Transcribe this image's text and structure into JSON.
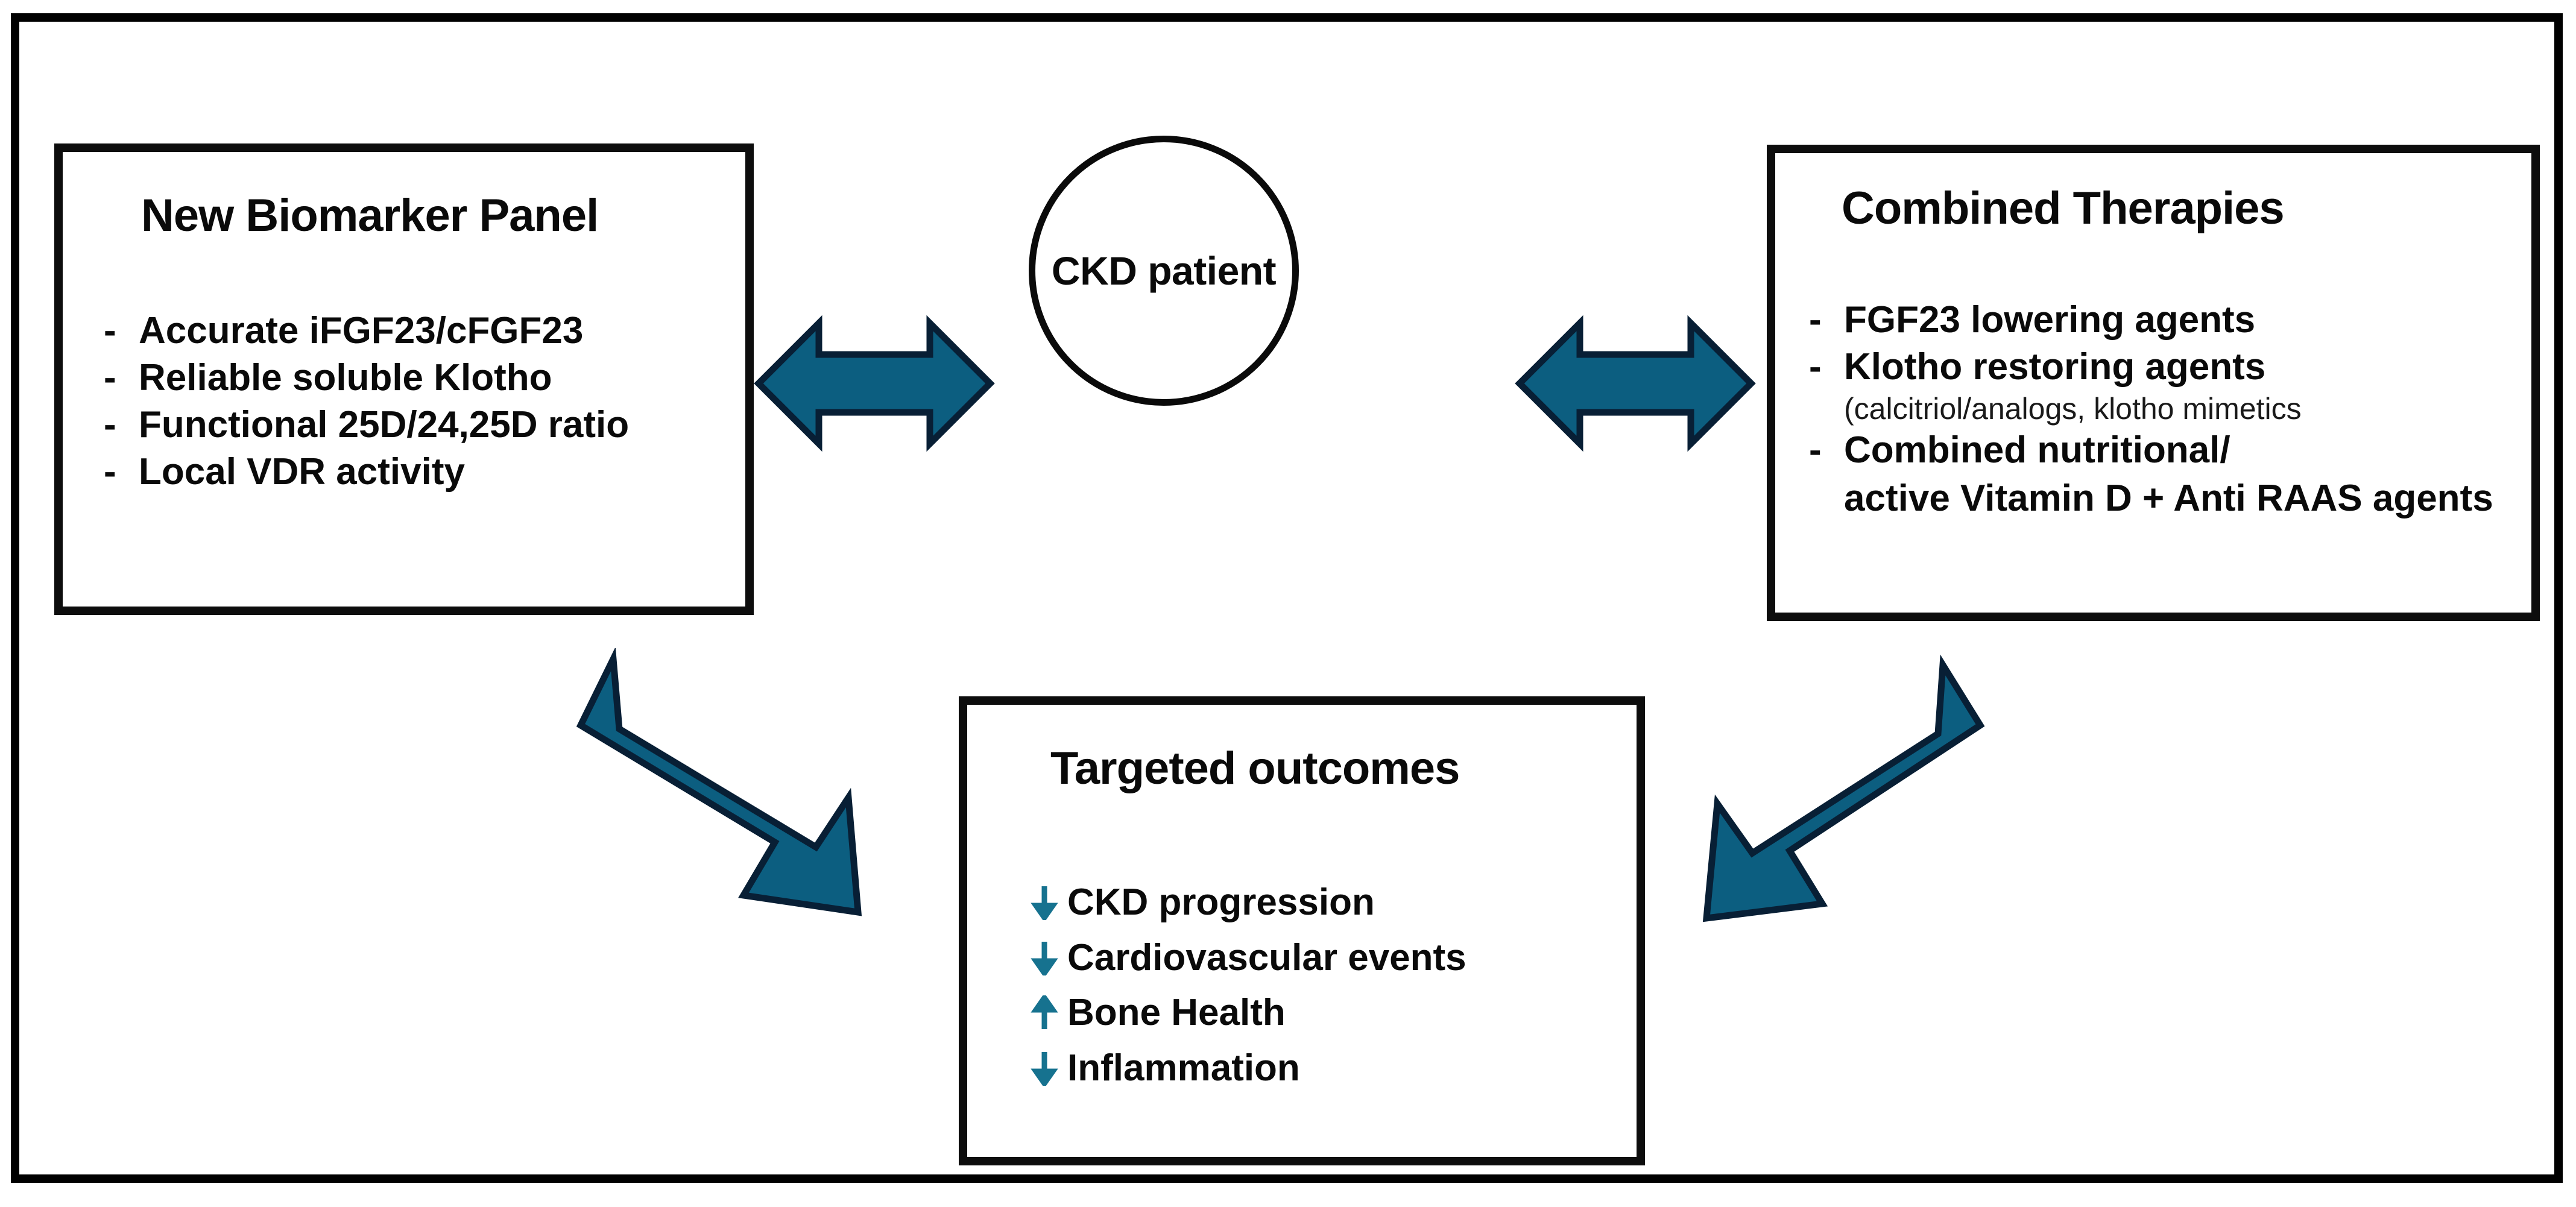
{
  "figure": {
    "colors": {
      "arrow_fill": "#0C5E80",
      "arrow_stroke": "#081F35",
      "outcome_arrow": "#16728F",
      "frame": "#000000",
      "text": "#0A0A0A"
    }
  },
  "center": {
    "label": "CKD patient"
  },
  "left_panel": {
    "title": "New Biomarker Panel",
    "bullets": [
      {
        "dash": "-",
        "text": "Accurate iFGF23/cFGF23"
      },
      {
        "dash": "-",
        "text": "Reliable soluble Klotho"
      },
      {
        "dash": "-",
        "text": "Functional 25D/24,25D ratio"
      },
      {
        "dash": "-",
        "text": "Local VDR activity"
      }
    ]
  },
  "right_panel": {
    "title": "Combined Therapies",
    "bullets": [
      {
        "dash": "-",
        "text": "FGF23 lowering agents"
      },
      {
        "dash": "-",
        "text": "Klotho restoring agents",
        "sub": "(calcitriol/analogs, klotho mimetics"
      },
      {
        "dash": "-",
        "text": "Combined nutritional/",
        "line2": "active Vitamin D + Anti RAAS agents"
      }
    ]
  },
  "bottom_panel": {
    "title": "Targeted outcomes",
    "outcomes": [
      {
        "direction": "down",
        "text": "CKD progression"
      },
      {
        "direction": "down",
        "text": "Cardiovascular events"
      },
      {
        "direction": "up",
        "text": "Bone Health"
      },
      {
        "direction": "down",
        "text": "Inflammation"
      }
    ]
  },
  "connectors": {
    "left_double_arrow": "double-headed-arrow-horizontal",
    "right_double_arrow": "double-headed-arrow-horizontal",
    "left_diagonal_arrow": "arrow-down-right",
    "right_diagonal_arrow": "arrow-down-left"
  }
}
